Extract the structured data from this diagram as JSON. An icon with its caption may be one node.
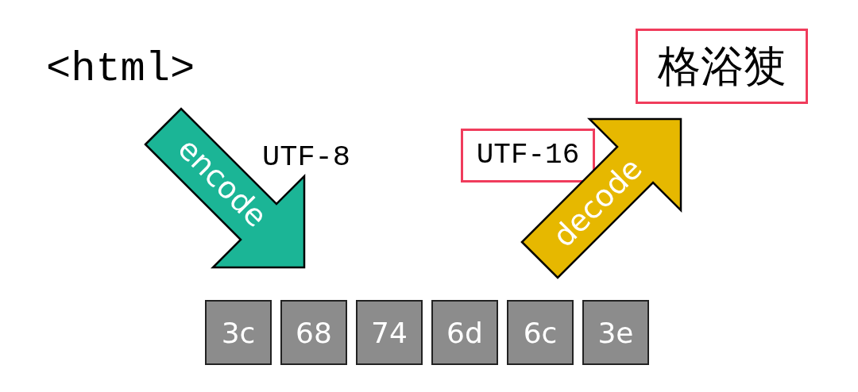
{
  "diagram": {
    "nodes": [
      {
        "text": [
          "<html>"
        ]
      },
      {
        "text": [
          "格浴㹬"
        ]
      },
      {
        "text": [
          "encode"
        ]
      },
      {
        "text": [
          "UTF-16"
        ]
      },
      {
        "text": [
          "decode"
        ]
      },
      {
        "text": [
          "3c"
        ]
      },
      {
        "text": [
          "68"
        ]
      },
      {
        "text": [
          "74"
        ]
      },
      {
        "text": [
          "6d"
        ]
      },
      {
        "text": [
          "6c"
        ]
      },
      {
        "text": [
          "3e"
        ]
      }
    ],
    "labels": [
      "UTF-8"
    ]
  }
}
